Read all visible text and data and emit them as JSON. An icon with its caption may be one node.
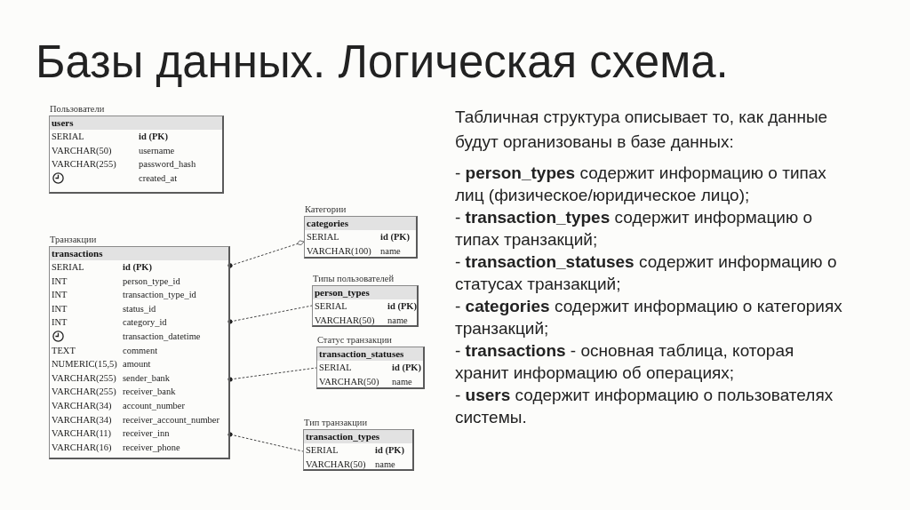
{
  "diagram": {
    "title": "Базы данных. Логическая схема.",
    "nodes": [
      {
        "text": [
          "Пользователи",
          "users",
          "SERIAL",
          "id (PK)",
          "VARCHAR(50)",
          "username",
          "VARCHAR(255)",
          "password_hash",
          "created_at"
        ]
      },
      {
        "text": [
          "Транзакции",
          "transactions",
          "SERIAL",
          "id (PK)",
          "INT",
          "person_type_id",
          "INT",
          "transaction_type_id",
          "INT",
          "status_id",
          "INT",
          "category_id",
          "transaction_datetime",
          "TEXT",
          "comment",
          "NUMERIC(15,5)",
          "amount",
          "VARCHAR(255)",
          "sender_bank",
          "VARCHAR(255)",
          "receiver_bank",
          "VARCHAR(34)",
          "account_number",
          "VARCHAR(34)",
          "receiver_account_number",
          "VARCHAR(11)",
          "receiver_inn",
          "VARCHAR(16)",
          "receiver_phone"
        ]
      },
      {
        "text": [
          "Категории",
          "categories",
          "SERIAL",
          "id (PK)",
          "VARCHAR(100)",
          "name"
        ]
      },
      {
        "text": [
          "Типы пользователей",
          "person_types",
          "SERIAL",
          "id (PK)",
          "VARCHAR(50)",
          "name"
        ]
      },
      {
        "text": [
          "Статус транзакции",
          "transaction_statuses",
          "SERIAL",
          "id (PK)",
          "VARCHAR(50)",
          "name"
        ]
      },
      {
        "text": [
          "Тип транзакции",
          "transaction_types",
          "SERIAL",
          "id (PK)",
          "VARCHAR(50)",
          "name"
        ]
      }
    ],
    "edges": [
      {
        "from": 1,
        "to": 2,
        "arrow": "other",
        "style": "dashed"
      },
      {
        "from": 1,
        "to": 3,
        "arrow": "other",
        "style": "dashed"
      },
      {
        "from": 1,
        "to": 4,
        "arrow": "other",
        "style": "dashed"
      },
      {
        "from": 1,
        "to": 5,
        "arrow": "other",
        "style": "dashed"
      }
    ],
    "labels": [
      "Табличная структура описывает то, как данные будут организованы в базе данных:",
      "- **person_types** содержит информацию о типах лиц (физическое/юридическое лицо);",
      "- **transaction_types** содержит информацию о типах транзакций;",
      "- **transaction_statuses** содержит информацию о статусах транзакций;",
      "- **categories** содержит информацию о категориях транзакций;",
      "- **transactions** - основная таблица, которая хранит информацию об операциях;",
      "- **users** содержит информацию о пользователях системы."
    ]
  }
}
